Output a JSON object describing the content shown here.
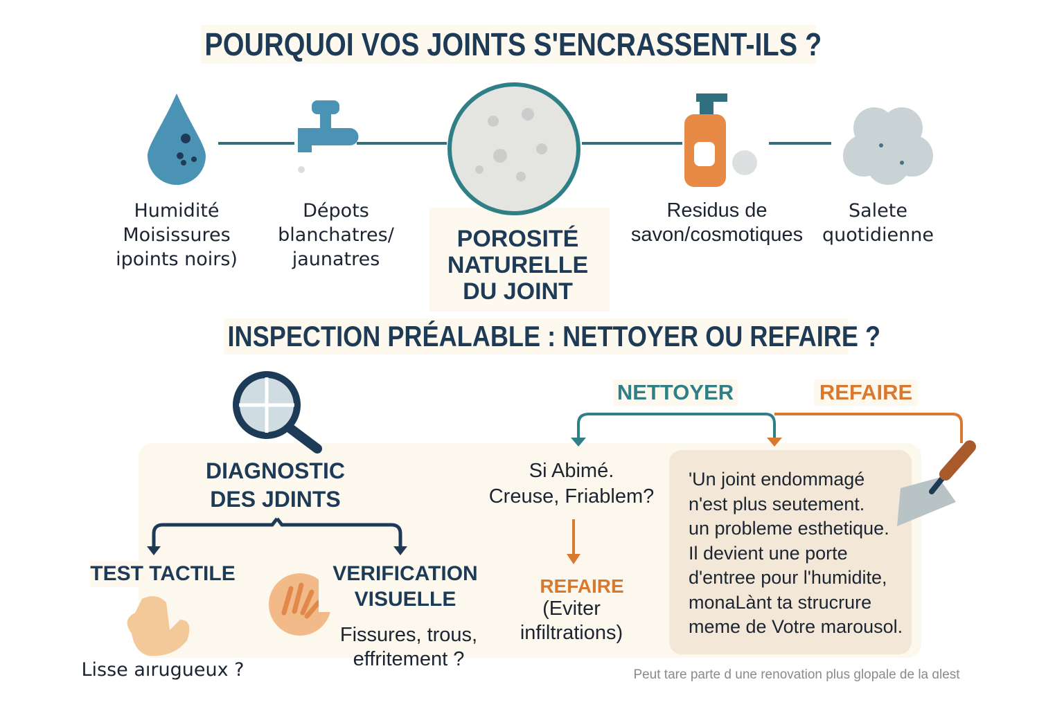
{
  "title": "POURQUOI VOS JOINTS S'ENCRASSENT-ILS ?",
  "causes": [
    {
      "label": "Humidité\nMoisissures\nipoints noirs)",
      "icon": "water-drop-icon"
    },
    {
      "label": "Dépots\nblanchatres/\njaunatres",
      "icon": "faucet-icon"
    },
    {
      "label": "POROSITÉ\nNATURELLE\nDU JOINT",
      "icon": "porous-circle-icon"
    },
    {
      "label": "Residus de\nsavon/cosmotiques",
      "icon": "soap-bottle-icon"
    },
    {
      "label": "Salete\nquotidienne",
      "icon": "dirt-cloud-icon"
    }
  ],
  "subtitle": "INSPECTION PRÉALABLE : NETTOYER OU REFAIRE ?",
  "diagnostic": {
    "title": "DIAGNOSTIC\nDES JDINTS",
    "tactile": "TEST TACTILE",
    "tactile_q": "Lisse aırugueux ?",
    "visual": "VERIFICATION\nVISUELLE",
    "visual_q": "Fissures, trous,\neffritement ?"
  },
  "decision": {
    "clean": "NETTOYER",
    "redo": "REFAIRE",
    "question": "Si Abimé.\nCreuse, Friablem?",
    "result": "REFAIRE",
    "result_note": "(Eviter\ninfiltrations)",
    "quote": "'Un joint endommagé\nn'est plus seutement.\nun probleme esthetique.\nIl devient une porte\nd'entree pour l'humidite,\nmonaLànt ta strucrure\nmeme de Votre marousol.",
    "footer": "Peut tare parte d une renovation plus glopale de la ɑlest"
  },
  "colors": {
    "navy": "#1d3a57",
    "teal": "#2f7f86",
    "orange": "#d9782f",
    "blue": "#4a93b4"
  }
}
